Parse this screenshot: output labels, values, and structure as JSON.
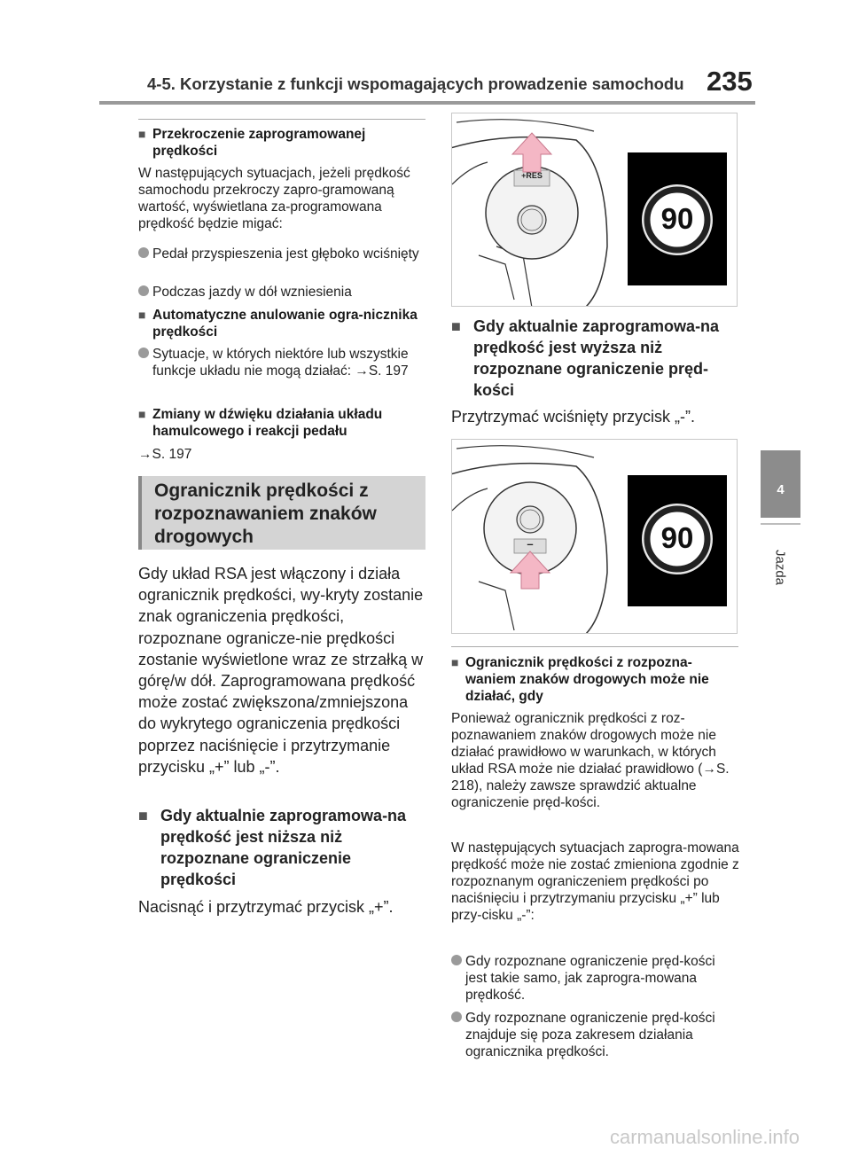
{
  "header": {
    "title": "4-5. Korzystanie z funkcji wspomagających prowadzenie samochodu",
    "page_number": "235"
  },
  "side": {
    "chapter": "4",
    "label": "Jazda"
  },
  "left": {
    "h1": "Przekroczenie zaprogramowanej prędkości",
    "p1": "W następujących sytuacjach, jeżeli prędkość samochodu przekroczy zapro-gramowaną wartość, wyświetlana za-programowana prędkość będzie migać:",
    "b1": "Pedał przyspieszenia jest głęboko wciśnięty",
    "b2": "Podczas jazdy w dół wzniesienia",
    "h2": "Automatyczne anulowanie ogra-nicznika prędkości",
    "b3": "Sytuacje, w których niektóre lub wszystkie funkcje układu nie mogą działać: →S. 197",
    "h3": "Zmiany w dźwięku działania układu hamulcowego i reakcji pedału",
    "ref": "→S. 197",
    "section": "Ogranicznik prędkości z rozpoznawaniem znaków drogowych",
    "body": "Gdy układ RSA jest włączony i działa ogranicznik prędkości, wy-kryty zostanie znak ograniczenia prędkości, rozpoznane ogranicze-nie prędkości zostanie wyświetlone wraz ze strzałką w górę/w dół. Zaprogramowana prędkość może zostać zwiększona/zmniejszona do wykrytego ograniczenia prędkości poprzez naciśnięcie i przytrzymanie przycisku „+” lub „-”.",
    "h4": "Gdy aktualnie zaprogramowa-na prędkość jest niższa niż rozpoznane ograniczenie prędkości",
    "p4": "Nacisnąć i przytrzymać przycisk „+”."
  },
  "right": {
    "fig1": {
      "button_label": "+RES",
      "sign_value": "90"
    },
    "h5": "Gdy aktualnie zaprogramowa-na prędkość jest wyższa niż rozpoznane ograniczenie pręd-kości",
    "p5": "Przytrzymać wciśnięty przycisk „-”.",
    "fig2": {
      "button_label": "–",
      "sign_value": "90"
    },
    "h6": "Ogranicznik prędkości z rozpozna-waniem znaków drogowych może nie działać, gdy",
    "p6": "Ponieważ ogranicznik prędkości z roz-poznawaniem znaków drogowych może nie działać prawidłowo w warunkach, w których układ RSA może nie działać prawidłowo (→S. 218), należy zawsze sprawdzić aktualne ograniczenie pręd-kości.",
    "p7": "W następujących sytuacjach zaprogra-mowana prędkość może nie zostać zmieniona zgodnie z rozpoznanym ograniczeniem prędkości po naciśnięciu i przytrzymaniu przycisku „+” lub przy-cisku „-”:",
    "b4": "Gdy rozpoznane ograniczenie pręd-kości jest takie samo, jak zaprogra-mowana prędkość.",
    "b5": "Gdy rozpoznane ograniczenie pręd-kości znajduje się poza zakresem działania ogranicznika prędkości."
  },
  "footer": {
    "watermark": "carmanualsonline.info"
  }
}
